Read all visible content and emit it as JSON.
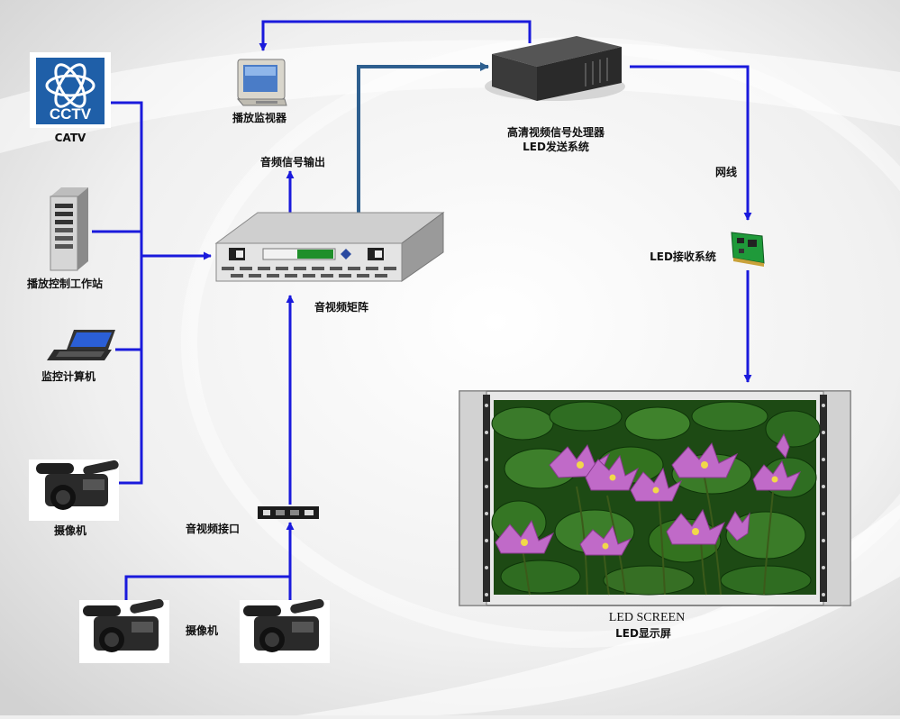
{
  "labels": {
    "catv": "CATV",
    "playback_monitor": "播放监视器",
    "audio_output": "音频信号输出",
    "processor_line1": "高清视频信号处理器",
    "processor_line2": "LED发送系统",
    "network_cable": "网线",
    "led_receiver": "LED接收系统",
    "workstation": "播放控制工作站",
    "matrix": "音视频矩阵",
    "monitor_pc": "监控计算机",
    "camera_left": "摄像机",
    "av_interface": "音视频接口",
    "camera_bottom": "摄像机",
    "led_screen_en": "LED SCREEN",
    "led_screen_cn": "LED显示屏"
  },
  "logo_text": "CCTV",
  "colors": {
    "connector": "#1a1adc",
    "trunk": "#2e5f8f",
    "logo_bg": "#1f5fa8"
  }
}
